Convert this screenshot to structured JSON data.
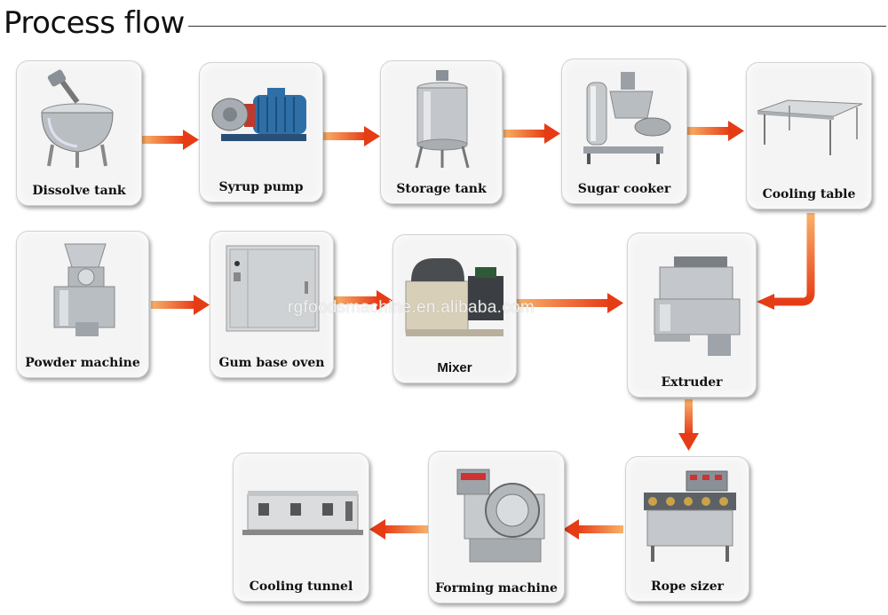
{
  "title": "Process flow",
  "watermark": "rgfoodsmachine.en.alibaba.com",
  "colors": {
    "arrow": "#e8461a",
    "arrow_light": "#f7a35c"
  },
  "steps": [
    {
      "label": "Dissolve tank",
      "icon": "dissolve-tank-icon"
    },
    {
      "label": "Syrup pump",
      "icon": "syrup-pump-icon"
    },
    {
      "label": "Storage tank",
      "icon": "storage-tank-icon"
    },
    {
      "label": "Sugar cooker",
      "icon": "sugar-cooker-icon"
    },
    {
      "label": "Cooling table",
      "icon": "cooling-table-icon"
    },
    {
      "label": "Powder machine",
      "icon": "powder-machine-icon"
    },
    {
      "label": "Gum base oven",
      "icon": "gum-base-oven-icon"
    },
    {
      "label": "Mixer",
      "icon": "mixer-icon"
    },
    {
      "label": "Extruder",
      "icon": "extruder-icon"
    },
    {
      "label": "Rope sizer",
      "icon": "rope-sizer-icon"
    },
    {
      "label": "Forming machine",
      "icon": "forming-machine-icon"
    },
    {
      "label": "Cooling tunnel",
      "icon": "cooling-tunnel-icon"
    }
  ]
}
